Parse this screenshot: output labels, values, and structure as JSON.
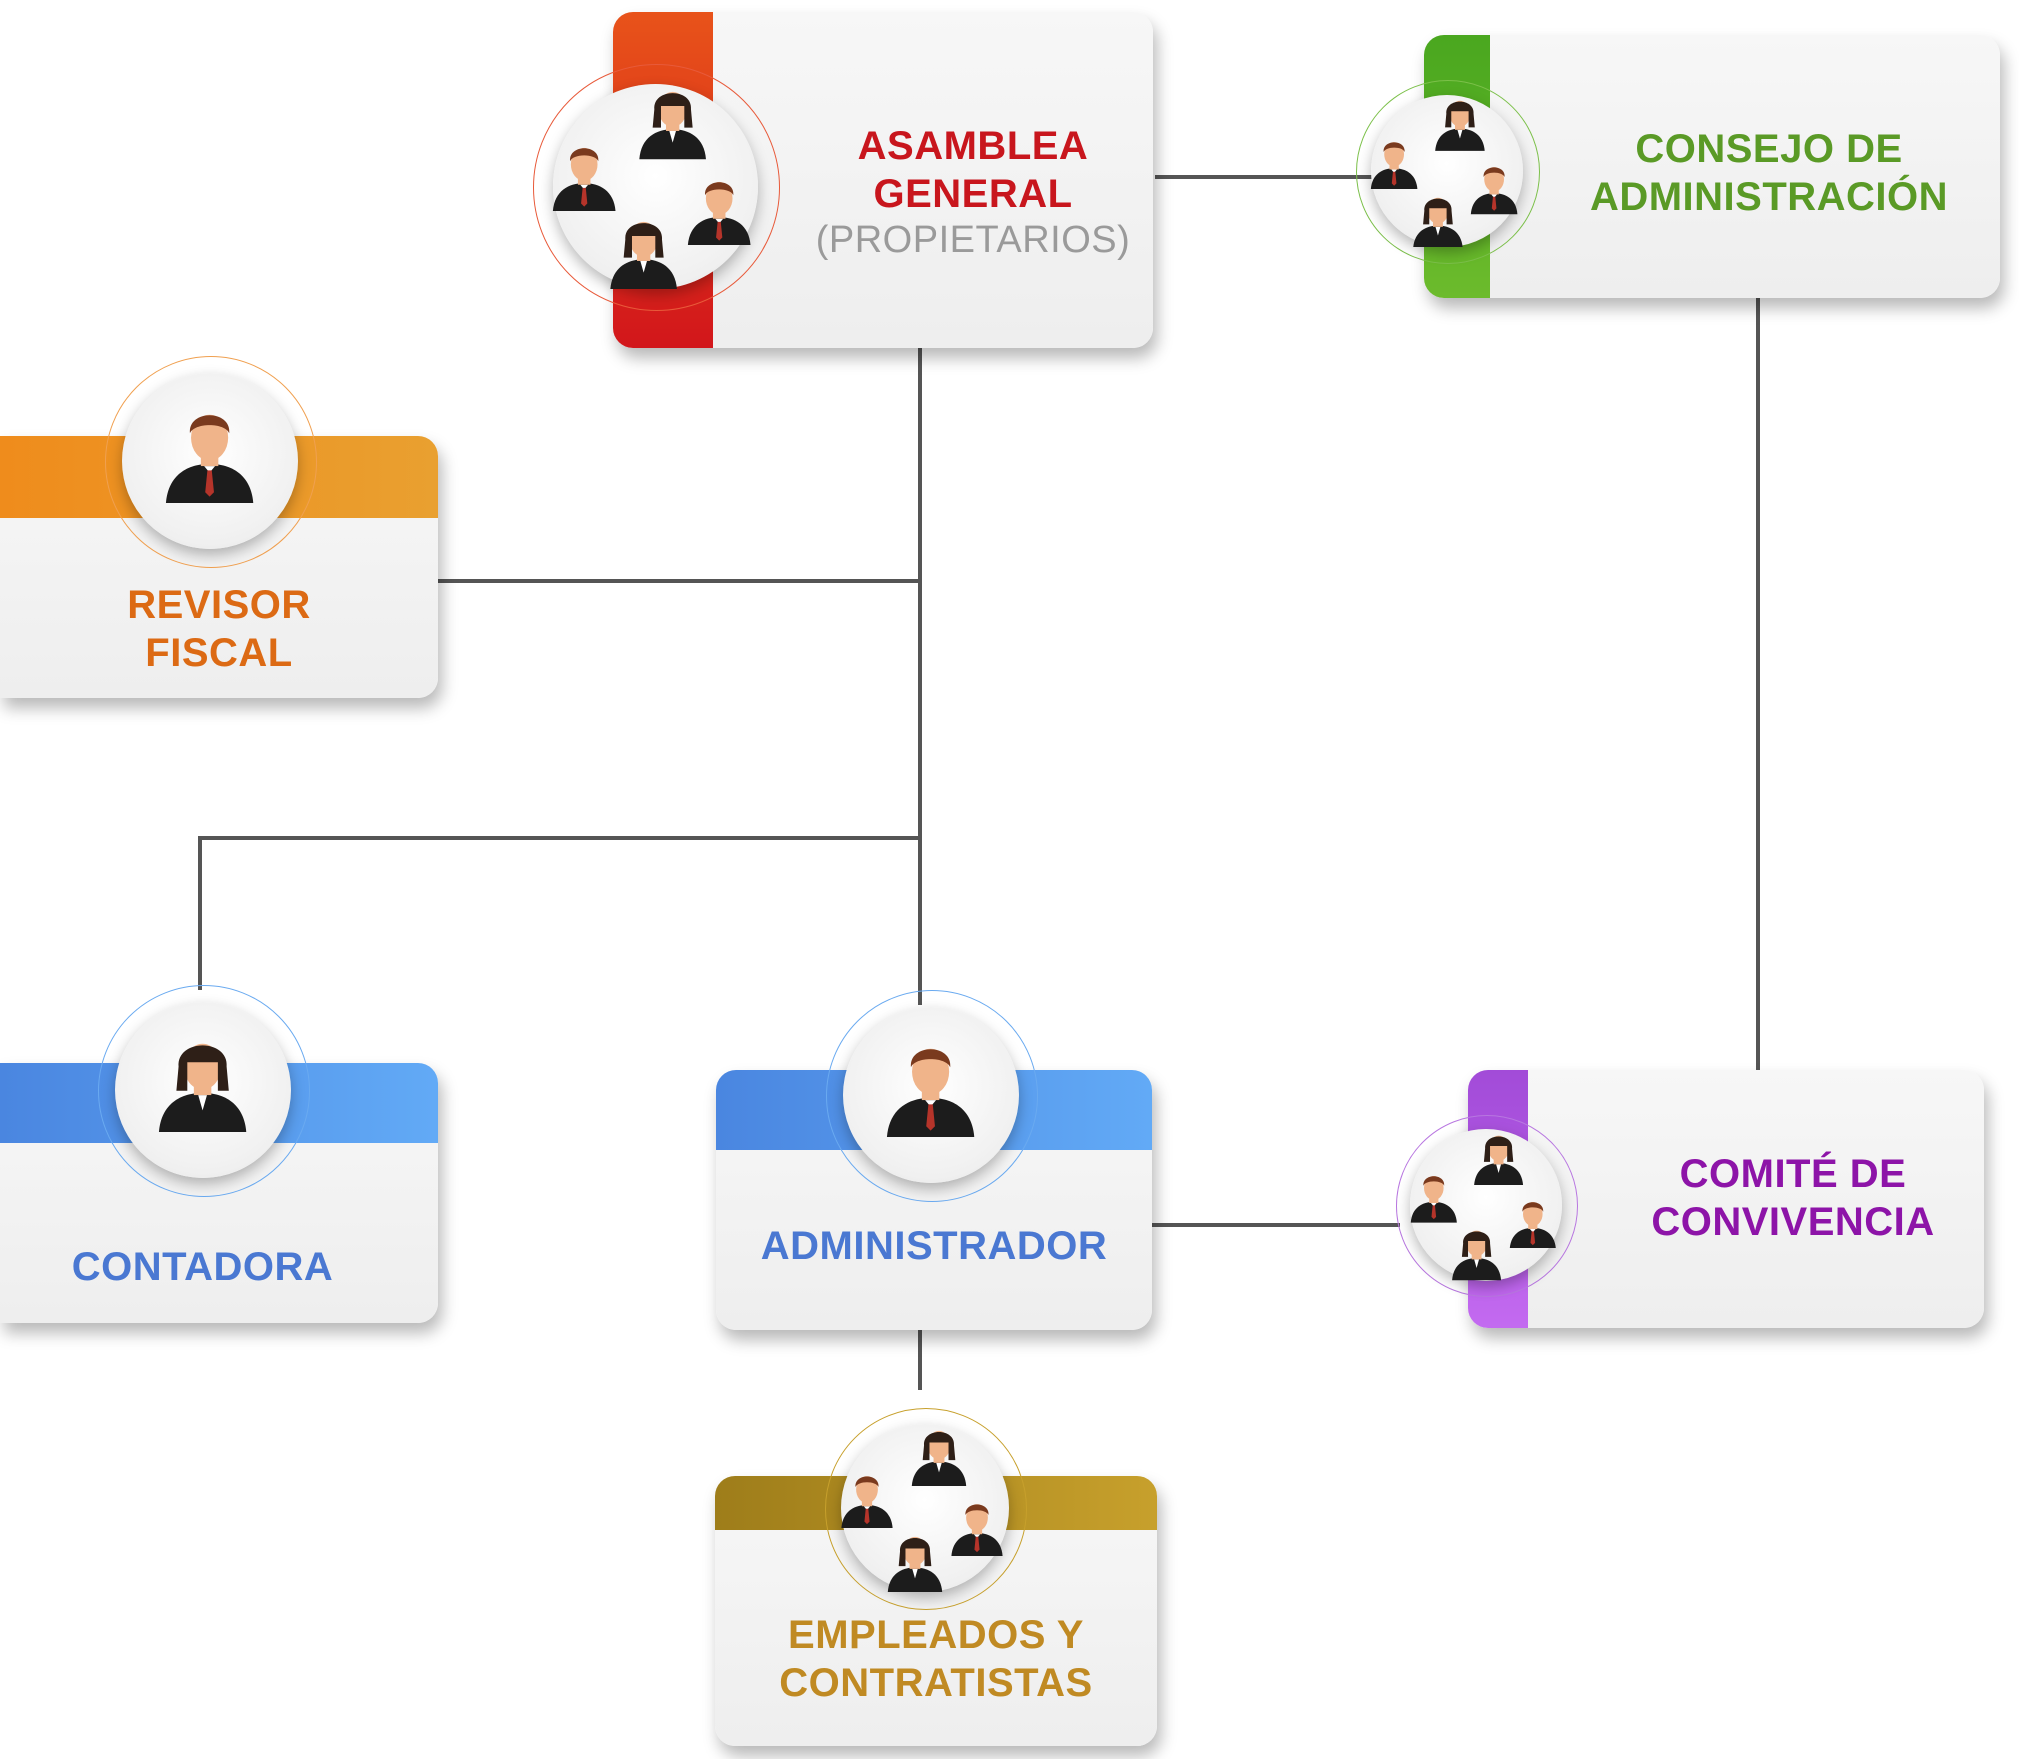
{
  "nodes": {
    "asamblea": {
      "line1": "ASAMBLEA",
      "line2": "GENERAL",
      "subtitle": "(PROPIETARIOS)",
      "color": "#c8161d",
      "band": [
        "#e8531a",
        "#d2161b"
      ]
    },
    "consejo": {
      "line1": "CONSEJO DE",
      "line2": "ADMINISTRACIÓN",
      "color": "#5a9a26",
      "band": [
        "#4aa71f",
        "#6cbb2c"
      ]
    },
    "revisor": {
      "line1": "REVISOR",
      "line2": "FISCAL",
      "color": "#dc6a14",
      "band": [
        "#ef8c1c",
        "#e9a030"
      ]
    },
    "contadora": {
      "line1": "CONTADORA",
      "color": "#4a78d2",
      "band": [
        "#4a86e0",
        "#62aaf6"
      ]
    },
    "administrador": {
      "line1": "ADMINISTRADOR",
      "color": "#4a78d2",
      "band": [
        "#4a86e0",
        "#62aaf6"
      ]
    },
    "comite": {
      "line1": "COMITÉ DE",
      "line2": "CONVIVENCIA",
      "color": "#8d14a8",
      "band": [
        "#a24bd8",
        "#c36af0"
      ]
    },
    "empleados": {
      "line1": "EMPLEADOS Y",
      "line2": "CONTRATISTAS",
      "color": "#c08a23",
      "band": [
        "#9e7d1a",
        "#c7a02c"
      ]
    }
  },
  "icons": {
    "asamblea": "group-icon",
    "consejo": "group-icon",
    "revisor": "man-icon",
    "contadora": "woman-icon",
    "administrador": "man-icon",
    "comite": "group-icon",
    "empleados": "group-icon"
  },
  "colors": {
    "connector": "#555555",
    "suit": "#1c1c1c",
    "skin": "#f0b48a",
    "hair_man": "#7a3a1e",
    "hair_woman": "#2e1f17",
    "tie": "#b5342a"
  }
}
